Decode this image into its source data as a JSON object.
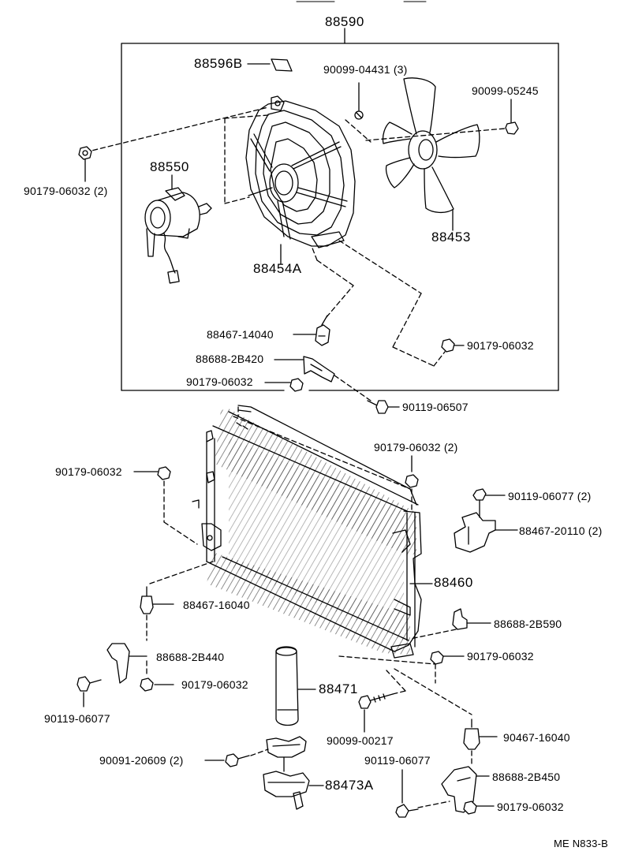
{
  "diagram": {
    "reference": "ME N833-B",
    "labels": {
      "assembly": "88590",
      "p88596B": "88596B",
      "p90099_04431": "90099-04431 (3)",
      "p90099_05245": "90099-05245",
      "p88550": "88550",
      "p90179_06032_2_top": "90179-06032 (2)",
      "p88453": "88453",
      "p88454A": "88454A",
      "p88467_14040": "88467-14040",
      "p88688_2B420": "88688-2B420",
      "p90179_06032_a": "90179-06032",
      "p90179_06032_b": "90179-06032",
      "p90119_06507": "90119-06507",
      "p90179_06032_2_mid": "90179-06032 (2)",
      "p90179_06032_c": "90179-06032",
      "p90119_06077_2": "90119-06077 (2)",
      "p88467_20110_2": "88467-20110 (2)",
      "p88460": "88460",
      "p88467_16040": "88467-16040",
      "p88688_2B590": "88688-2B590",
      "p88688_2B440": "88688-2B440",
      "p90179_06032_d": "90179-06032",
      "p90179_06032_e": "90179-06032",
      "p88471": "88471",
      "p90119_06077_a": "90119-06077",
      "p90099_00217": "90099-00217",
      "p90467_16040": "90467-16040",
      "p90091_20609_2": "90091-20609 (2)",
      "p90119_06077_b": "90119-06077",
      "p88688_2B450": "88688-2B450",
      "p88473A": "88473A",
      "p90179_06032_f": "90179-06032"
    }
  }
}
